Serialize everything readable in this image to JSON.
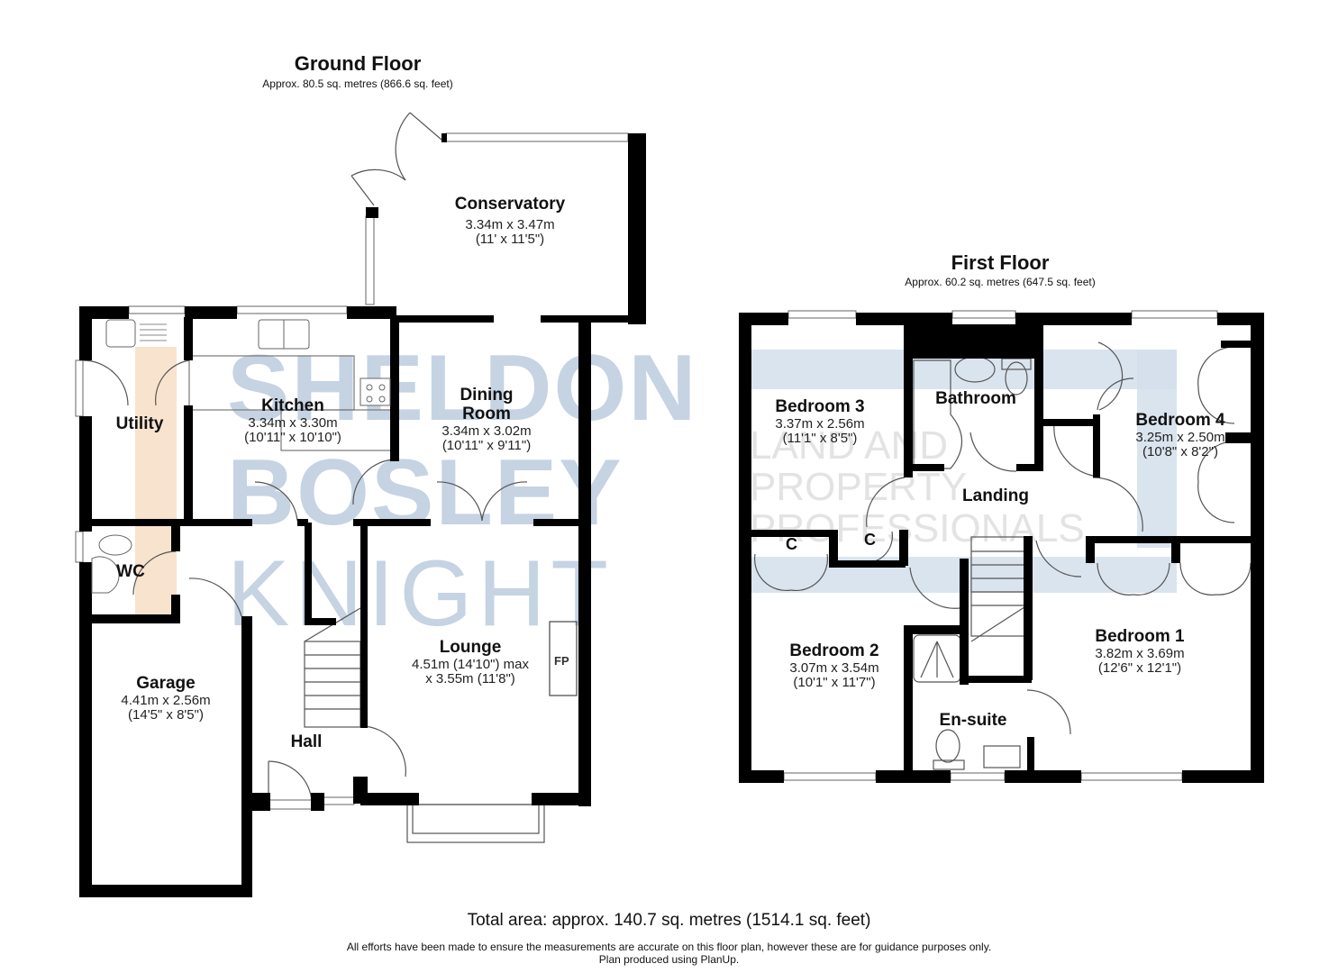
{
  "ground_floor": {
    "title": "Ground Floor",
    "area": "Approx. 80.5 sq. metres (866.6 sq. feet)",
    "rooms": {
      "conservatory": {
        "name": "Conservatory",
        "dim_m": "3.34m x 3.47m",
        "dim_ft": "(11' x 11'5\")"
      },
      "kitchen": {
        "name": "Kitchen",
        "dim_m": "3.34m x 3.30m",
        "dim_ft": "(10'11\" x 10'10\")"
      },
      "utility": {
        "name": "Utility"
      },
      "dining_room": {
        "name_line1": "Dining",
        "name_line2": "Room",
        "dim_m": "3.34m x 3.02m",
        "dim_ft": "(10'11\" x 9'11\")"
      },
      "wc": {
        "name": "WC"
      },
      "garage": {
        "name": "Garage",
        "dim_m": "4.41m x 2.56m",
        "dim_ft": "(14'5\" x 8'5\")"
      },
      "lounge": {
        "name": "Lounge",
        "dim_line1": "4.51m (14'10\") max",
        "dim_line2": "x 3.55m (11'8\")",
        "fireplace": "FP"
      },
      "hall": {
        "name": "Hall"
      }
    }
  },
  "first_floor": {
    "title": "First Floor",
    "area": "Approx. 60.2 sq. metres (647.5 sq. feet)",
    "rooms": {
      "bedroom3": {
        "name": "Bedroom 3",
        "dim_m": "3.37m x 2.56m",
        "dim_ft": "(11'1\" x 8'5\")"
      },
      "bathroom": {
        "name": "Bathroom"
      },
      "bedroom4": {
        "name": "Bedroom 4",
        "dim_m": "3.25m x 2.50m",
        "dim_ft": "(10'8\" x 8'2\")"
      },
      "landing": {
        "name": "Landing"
      },
      "cupboard1": {
        "name": "C"
      },
      "cupboard2": {
        "name": "C"
      },
      "bedroom2": {
        "name": "Bedroom 2",
        "dim_m": "3.07m x 3.54m",
        "dim_ft": "(10'1\" x 11'7\")"
      },
      "ensuite": {
        "name": "En-suite"
      },
      "bedroom1": {
        "name": "Bedroom 1",
        "dim_m": "3.82m x 3.69m",
        "dim_ft": "(12'6\" x 12'1\")"
      }
    }
  },
  "watermark": {
    "line1": "SHELDON",
    "line2": "BOSLEY",
    "line3": "KNIGHT",
    "tag1": "LAND AND",
    "tag2": "PROPERTY",
    "tag3": "PROFESSIONALS",
    "color_blue": "#c5d3e3",
    "color_orange": "#f6dcc2",
    "color_grey": "#e6e6e6"
  },
  "footer": {
    "total": "Total area: approx. 140.7 sq. metres (1514.1 sq. feet)",
    "disclaimer": "All efforts have been made to ensure the measurements are accurate on this floor plan, however these are for guidance purposes only.",
    "credit": "Plan produced using PlanUp."
  },
  "colors": {
    "wall": "#000000",
    "background": "#ffffff",
    "line": "#555555"
  }
}
